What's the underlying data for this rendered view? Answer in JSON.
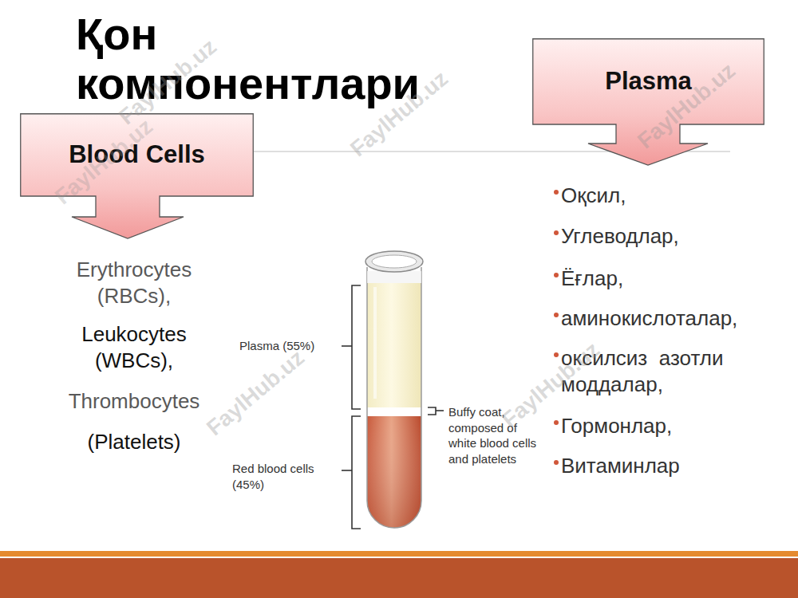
{
  "diagram": {
    "title": "Қон компонентлари",
    "nodes": [
      {
        "text": [
          "Blood Cells"
        ]
      },
      {
        "text": [
          "Plasma"
        ]
      }
    ],
    "labels": [
      "Erythrocytes (RBCs),",
      "Leukocytes (WBCs),",
      "Thrombocytes",
      "(Platelets)",
      "Plasma (55%)",
      "Buffy coat, composed of white blood cells and platelets",
      "Red blood cells (45%)",
      "Оқсил,",
      "Углеводлар,",
      "Ёғлар,",
      "аминокислоталар,",
      "оксилсиз  азотли моддалар,",
      "Гормонлар,",
      "Витаминлар",
      "FaylHub.uz",
      "FaylHub.uz",
      "FaylHub.uz",
      "FaylHub.uz",
      "FaylHub.uz",
      "FaylHub.uz"
    ]
  }
}
